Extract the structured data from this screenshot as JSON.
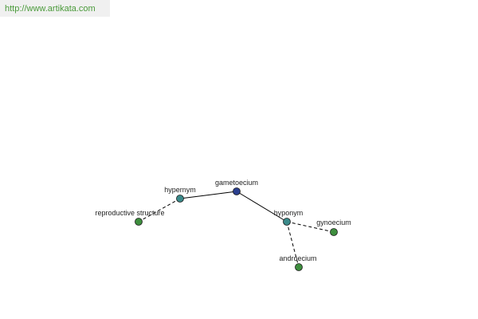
{
  "watermark": "http://www.artikata.com",
  "colors": {
    "root_node": "#2b3f8f",
    "relation_node": "#3b8a8a",
    "leaf_node": "#3e8e3e",
    "edge": "#000000",
    "watermark_text": "#4a9a3a",
    "watermark_bg": "#f0f0f0"
  },
  "graph": {
    "nodes": {
      "gametoecium": {
        "label": "gametoecium",
        "kind": "root"
      },
      "hypernym": {
        "label": "hypernym",
        "kind": "relation"
      },
      "hyponym": {
        "label": "hyponym",
        "kind": "relation"
      },
      "reproductive_structure": {
        "label": "reproductive structure",
        "kind": "leaf"
      },
      "gynoecium": {
        "label": "gynoecium",
        "kind": "leaf"
      },
      "androecium": {
        "label": "androecium",
        "kind": "leaf"
      }
    },
    "edges": [
      {
        "from": "gametoecium",
        "to": "hypernym",
        "style": "solid"
      },
      {
        "from": "gametoecium",
        "to": "hyponym",
        "style": "solid"
      },
      {
        "from": "hypernym",
        "to": "reproductive_structure",
        "style": "dashed"
      },
      {
        "from": "hyponym",
        "to": "gynoecium",
        "style": "dashed"
      },
      {
        "from": "hyponym",
        "to": "androecium",
        "style": "dashed"
      }
    ]
  }
}
